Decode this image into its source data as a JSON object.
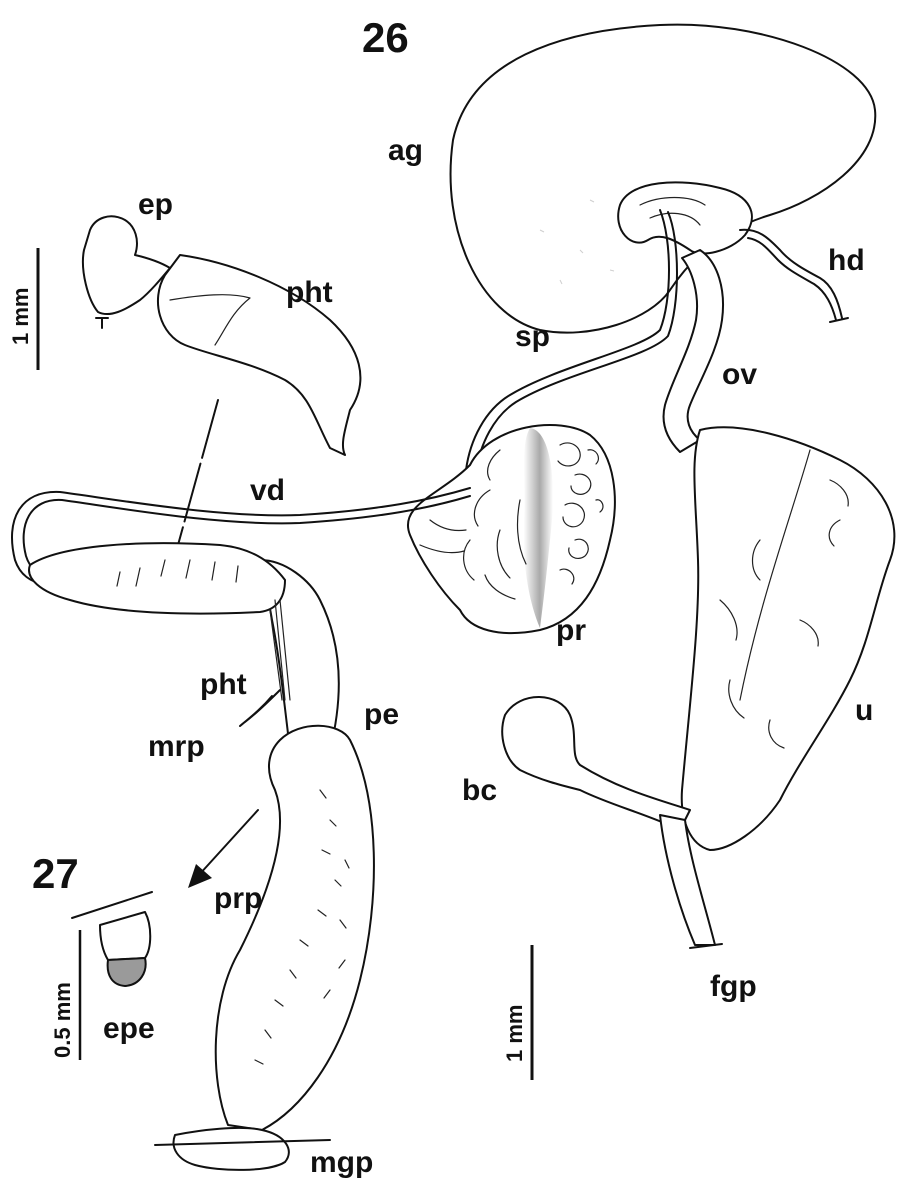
{
  "figure_numbers": {
    "fig26": "26",
    "fig27": "27"
  },
  "labels": {
    "ag": "ag",
    "ep": "ep",
    "pht_upper": "pht",
    "hd": "hd",
    "sp": "sp",
    "ov": "ov",
    "vd": "vd",
    "pr": "pr",
    "pht_lower": "pht",
    "pe": "pe",
    "u": "u",
    "mrp": "mrp",
    "bc": "bc",
    "prp": "prp",
    "epe": "epe",
    "fgp": "fgp",
    "mgp": "mgp"
  },
  "scale_bars": {
    "top_left": "1 mm",
    "fig27": "0.5 mm",
    "bottom_right": "1 mm"
  },
  "colors": {
    "ink": "#111111",
    "prostate_shade": "#8a8a8a",
    "epe_fill": "#9a9a9a",
    "background": "#ffffff"
  }
}
